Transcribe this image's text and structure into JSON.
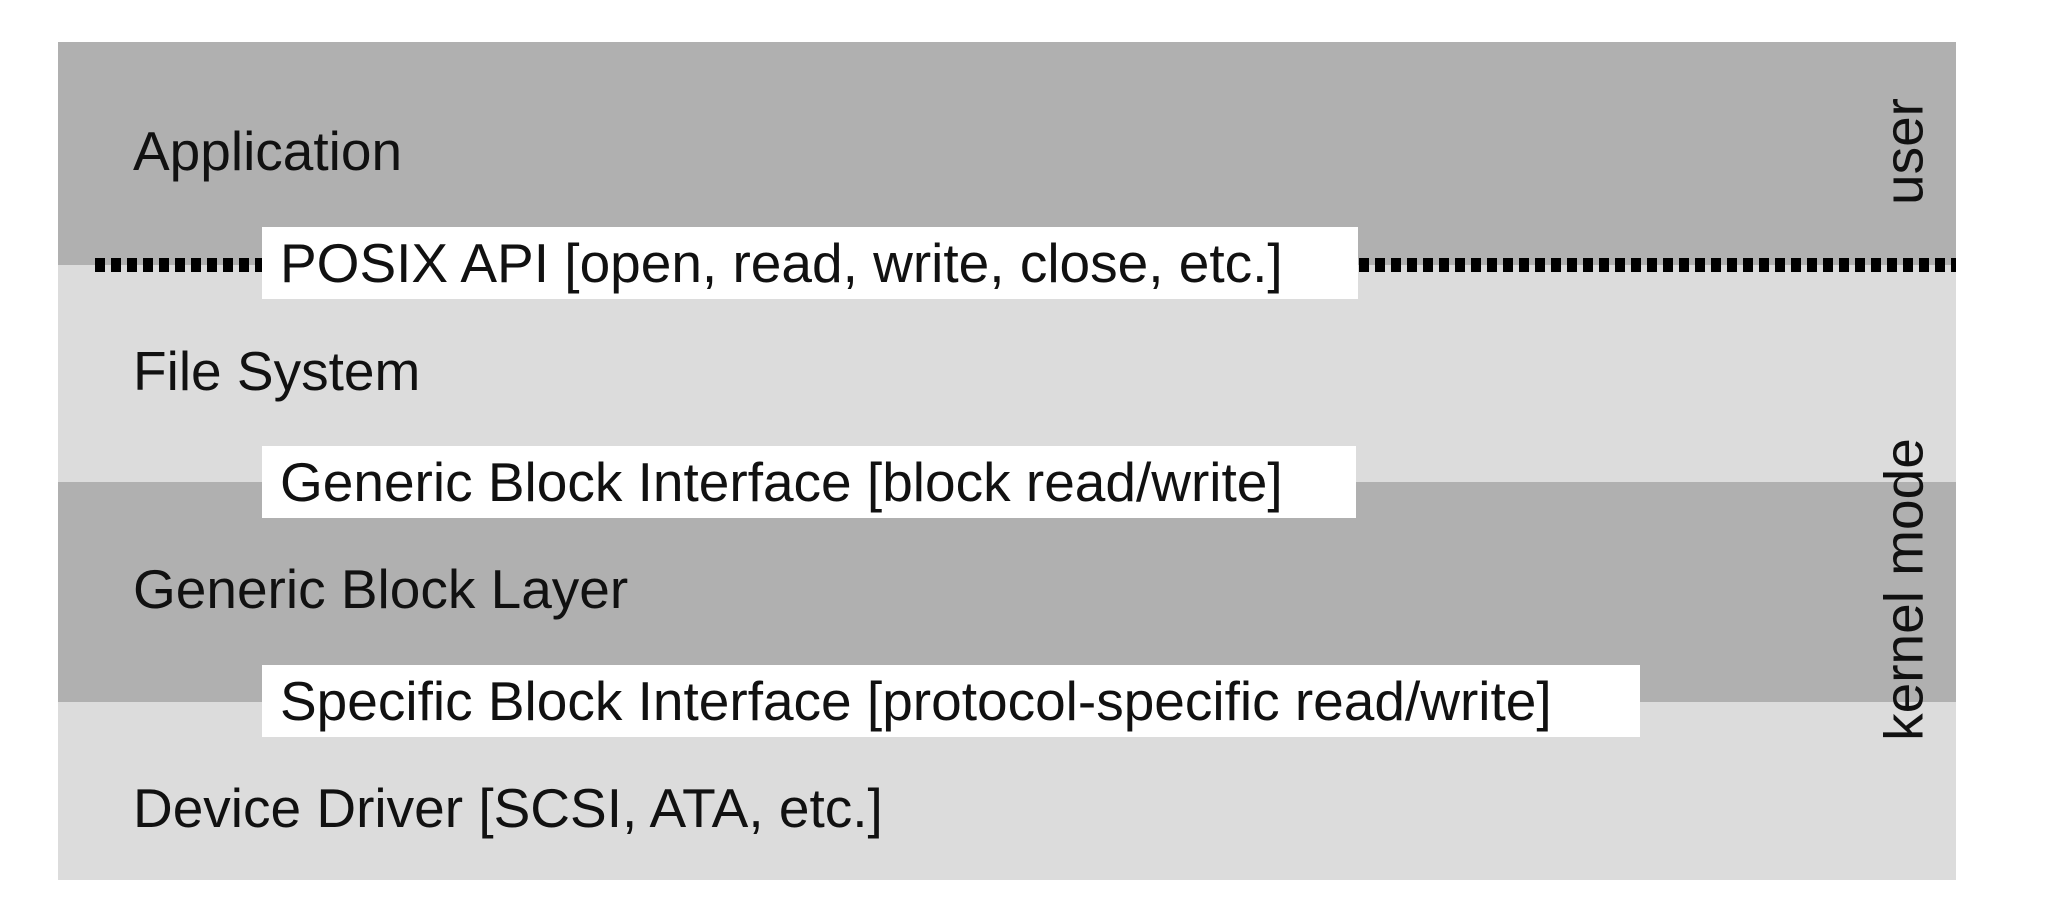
{
  "layers": [
    {
      "label": "Application"
    },
    {
      "label": "File System"
    },
    {
      "label": "Generic Block Layer"
    },
    {
      "label": "Device Driver [SCSI, ATA, etc.]"
    }
  ],
  "interfaces": {
    "posix": "POSIX API [open, read, write, close, etc.]",
    "generic_block": "Generic Block Interface [block read/write]",
    "specific_block": "Specific Block Interface [protocol-specific read/write]"
  },
  "modes": {
    "user": "user",
    "kernel": "kernel mode"
  },
  "colors": {
    "dark_band": "#b0b0b0",
    "light_band": "#dcdcdc",
    "interface_bg": "#ffffff",
    "text": "#111111"
  }
}
